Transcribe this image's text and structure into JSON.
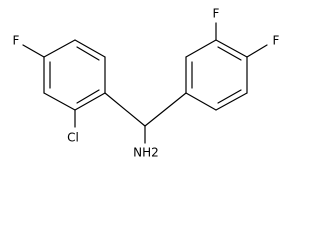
{
  "molecule": {
    "atoms": {
      "f_left": "F",
      "cl": "Cl",
      "nh2": "NH2",
      "f_top": "F",
      "f_right": "F"
    }
  }
}
